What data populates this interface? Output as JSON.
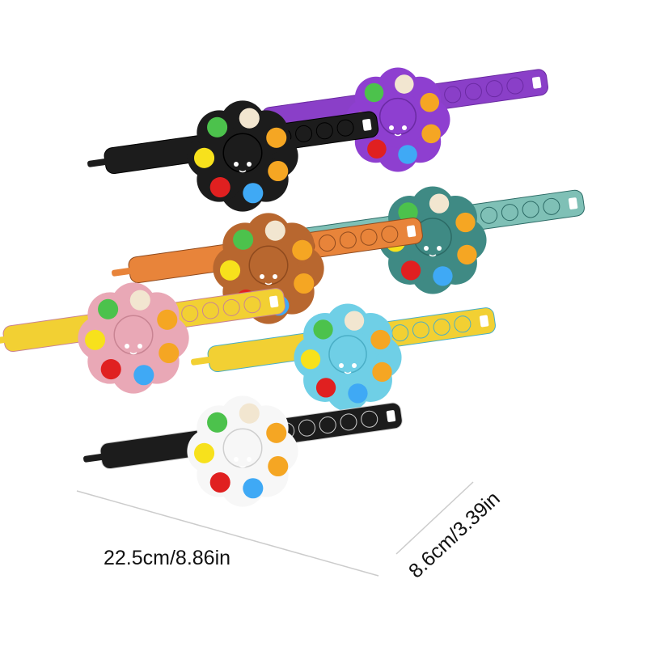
{
  "dimensions": {
    "width_label": "22.5cm/8.86in",
    "depth_label": "8.6cm/3.39in"
  },
  "colors": {
    "background": "#ffffff",
    "dimension_line": "#cccccc",
    "bubble_palette": [
      "#f5a623",
      "#3fa9f5",
      "#e02020",
      "#f7e11c",
      "#4cc24c",
      "#f2e6d0"
    ]
  },
  "bracelets": [
    {
      "name": "purple",
      "body": "#8e3fd0",
      "band": "#8a3fc8",
      "shade": "#6b2aa3"
    },
    {
      "name": "black",
      "body": "#1c1c1c",
      "band": "#1c1c1c",
      "shade": "#000000"
    },
    {
      "name": "teal",
      "body": "#3f8a84",
      "band": "#7fc0b6",
      "shade": "#2c6b66"
    },
    {
      "name": "brown",
      "body": "#b8672f",
      "band": "#e8843a",
      "shade": "#8f4a1e"
    },
    {
      "name": "pink",
      "body": "#e9a8b6",
      "band": "#f2d033",
      "shade": "#c98493"
    },
    {
      "name": "light-blue",
      "body": "#6fcfe6",
      "band": "#f2d033",
      "shade": "#4aaec6"
    },
    {
      "name": "white",
      "body": "#f7f7f7",
      "band": "#1c1c1c",
      "shade": "#cfcfcf"
    }
  ]
}
